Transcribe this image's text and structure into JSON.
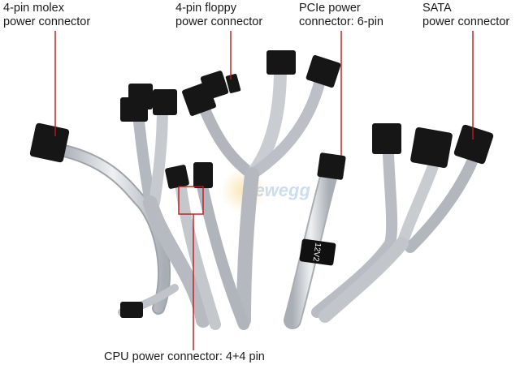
{
  "labels": {
    "molex": {
      "line1": "4-pin molex",
      "line2": "power connector"
    },
    "floppy": {
      "line1": "4-pin floppy",
      "line2": "power connector"
    },
    "pcie": {
      "line1": "PCIe power",
      "line2": "connector: 6-pin"
    },
    "sata": {
      "line1": "SATA",
      "line2": "power connector"
    },
    "cpu": "CPU power connector: 4+4 pin"
  },
  "cable_tag": "12V2",
  "watermark": "newegg",
  "colors": {
    "leader_line": "#c0161c",
    "cable": "#c9cdd2",
    "connector": "#161616",
    "text": "#1a1a1a"
  }
}
